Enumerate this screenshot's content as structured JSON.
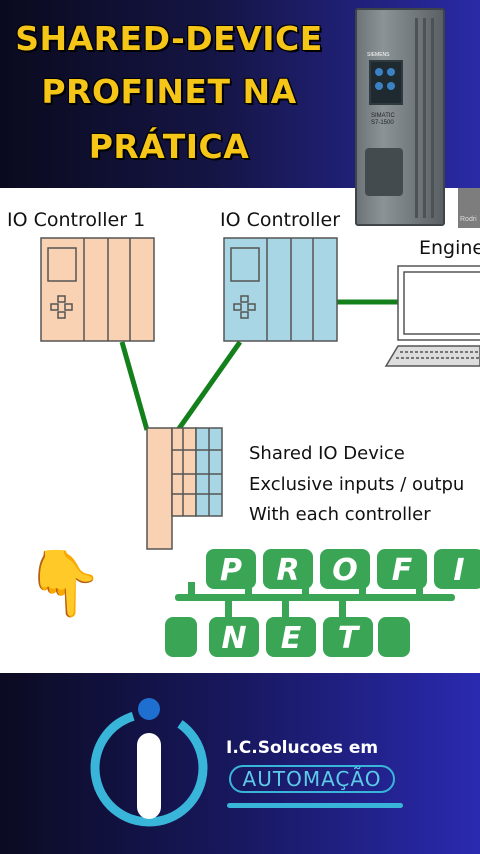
{
  "headline": {
    "line1": "SHARED-DEVICE",
    "line2": "PROFINET NA",
    "line3": "PRÁTICA"
  },
  "plc": {
    "brand": "SIEMENS",
    "model_line1": "SIMATIC",
    "model_line2": "S7-1500"
  },
  "side_image_text": "Rodri",
  "diagram": {
    "controller1_label": "IO Controller 1",
    "controller2_label": "IO Controller",
    "engineering_label": "Engine",
    "shared_device": {
      "line1": "Shared IO Device",
      "line2": "Exclusive inputs / outpu",
      "line3": "With each controller"
    },
    "colors": {
      "controller1_fill": "#f9d2b4",
      "controller2_fill": "#a9d6e5",
      "link": "#14801c",
      "outline": "#555555"
    }
  },
  "profinet": {
    "letters_top": [
      "P",
      "R",
      "O",
      "F",
      "I"
    ],
    "letters_bottom": [
      "N",
      "E",
      "T"
    ],
    "color": "#3aa655"
  },
  "pointer_icon": "pointing-hand-down-icon",
  "footer": {
    "brand_line1": "I.C.Solucoes em",
    "brand_line2": "AUTOMAÇÃO",
    "accent": "#39b5d9"
  }
}
